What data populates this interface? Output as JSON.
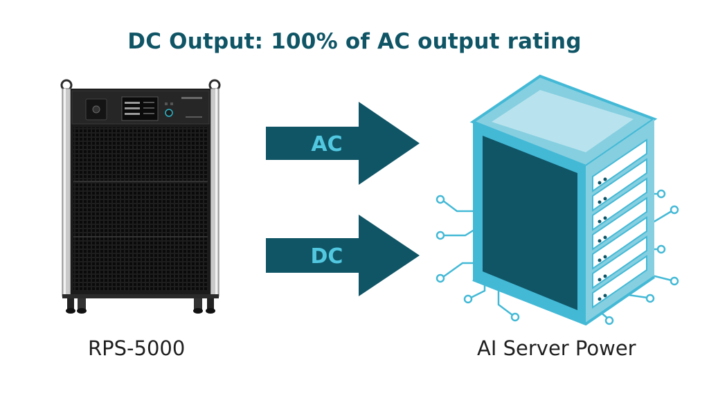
{
  "title": "DC Output: 100% of AC output rating",
  "left_device": {
    "caption": "RPS-5000"
  },
  "right_device": {
    "caption": "AI Server Power"
  },
  "arrows": [
    {
      "label": "AC"
    },
    {
      "label": "DC"
    }
  ],
  "colors": {
    "title": "#0f5566",
    "arrow_fill": "#0f5566",
    "arrow_text": "#52c8e0",
    "server_light": "#a9dbe8",
    "server_dark": "#0f5566",
    "circuit": "#43b9d6"
  }
}
